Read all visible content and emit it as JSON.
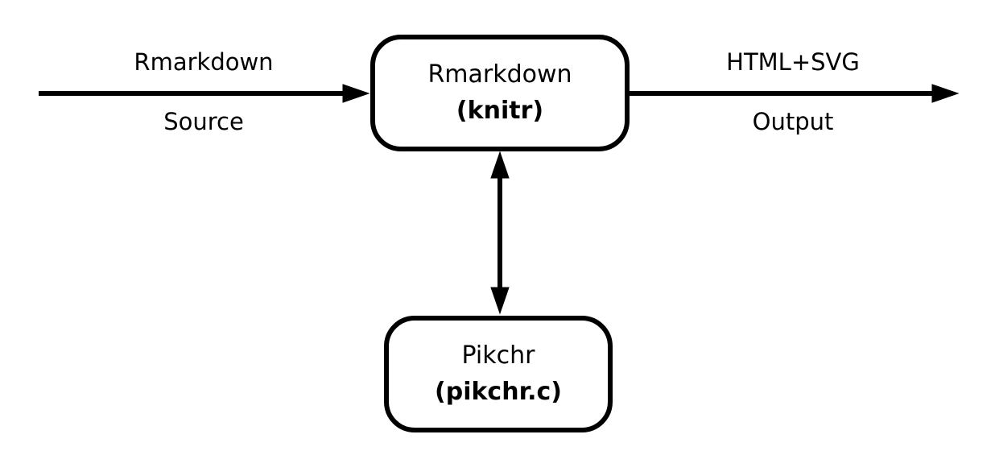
{
  "diagram": {
    "colors": {
      "stroke": "#000000",
      "box_fill": "#ffffff",
      "background": "#ffffff"
    },
    "input_arrow": {
      "label_above": "Rmarkdown",
      "label_below": "Source",
      "direction": "right"
    },
    "output_arrow": {
      "label_above": "HTML+SVG",
      "label_below": "Output",
      "direction": "right"
    },
    "knitr_pikchr_arrow": {
      "direction": "both"
    },
    "knitr_box": {
      "line1": "Rmarkdown",
      "line2": "(knitr)"
    },
    "pikchr_box": {
      "line1": "Pikchr",
      "line2": "(pikchr.c)"
    }
  }
}
